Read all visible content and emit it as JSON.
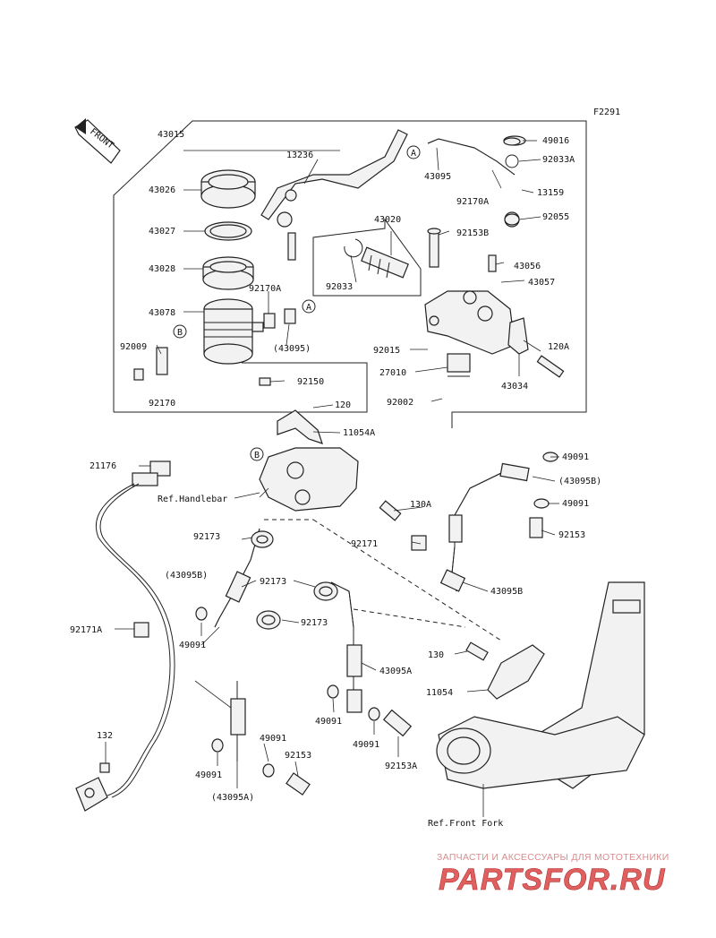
{
  "diagram": {
    "code": "F2291",
    "front_label": "FRONT",
    "refs": {
      "handlebar": "Ref.Handlebar",
      "front_fork": "Ref.Front Fork"
    },
    "callouts": {
      "a": "A",
      "b": "B"
    },
    "parts": [
      {
        "id": "43015",
        "label": "43015"
      },
      {
        "id": "13236",
        "label": "13236"
      },
      {
        "id": "43026",
        "label": "43026"
      },
      {
        "id": "43027",
        "label": "43027"
      },
      {
        "id": "43028",
        "label": "43028"
      },
      {
        "id": "43078",
        "label": "43078"
      },
      {
        "id": "92009",
        "label": "92009"
      },
      {
        "id": "92170",
        "label": "92170"
      },
      {
        "id": "92170A_left",
        "label": "92170A"
      },
      {
        "id": "43095_paren",
        "label": "(43095)"
      },
      {
        "id": "92033",
        "label": "92033"
      },
      {
        "id": "43020",
        "label": "43020"
      },
      {
        "id": "92153B",
        "label": "92153B"
      },
      {
        "id": "92150",
        "label": "92150"
      },
      {
        "id": "92015",
        "label": "92015"
      },
      {
        "id": "27010",
        "label": "27010"
      },
      {
        "id": "92002",
        "label": "92002"
      },
      {
        "id": "43034",
        "label": "43034"
      },
      {
        "id": "120A",
        "label": "120A"
      },
      {
        "id": "43056",
        "label": "43056"
      },
      {
        "id": "43057",
        "label": "43057"
      },
      {
        "id": "49016",
        "label": "49016"
      },
      {
        "id": "92033A",
        "label": "92033A"
      },
      {
        "id": "43095",
        "label": "43095"
      },
      {
        "id": "92170A_right",
        "label": "92170A"
      },
      {
        "id": "13159",
        "label": "13159"
      },
      {
        "id": "92055",
        "label": "92055"
      },
      {
        "id": "120",
        "label": "120"
      },
      {
        "id": "11054A",
        "label": "11054A"
      },
      {
        "id": "21176",
        "label": "21176"
      },
      {
        "id": "49091_a",
        "label": "49091"
      },
      {
        "id": "43095B_paren",
        "label": "(43095B)"
      },
      {
        "id": "49091_b",
        "label": "49091"
      },
      {
        "id": "92153",
        "label": "92153"
      },
      {
        "id": "130A",
        "label": "130A"
      },
      {
        "id": "92171",
        "label": "92171"
      },
      {
        "id": "43095B",
        "label": "43095B"
      },
      {
        "id": "92173_a",
        "label": "92173"
      },
      {
        "id": "43095B_paren2",
        "label": "(43095B)"
      },
      {
        "id": "92173_b",
        "label": "92173"
      },
      {
        "id": "92173_c",
        "label": "92173"
      },
      {
        "id": "92171A",
        "label": "92171A"
      },
      {
        "id": "49091_c",
        "label": "49091"
      },
      {
        "id": "43095A",
        "label": "43095A"
      },
      {
        "id": "130",
        "label": "130"
      },
      {
        "id": "11054",
        "label": "11054"
      },
      {
        "id": "49091_d",
        "label": "49091"
      },
      {
        "id": "49091_e",
        "label": "49091"
      },
      {
        "id": "132",
        "label": "132"
      },
      {
        "id": "49091_f",
        "label": "49091"
      },
      {
        "id": "49091_g",
        "label": "49091"
      },
      {
        "id": "92153_b",
        "label": "92153"
      },
      {
        "id": "92153A",
        "label": "92153A"
      },
      {
        "id": "43095A_paren",
        "label": "(43095A)"
      }
    ]
  },
  "watermark": {
    "tagline": "ЗАПЧАСТИ И АКСЕССУАРЫ ДЛЯ МОТОТЕХНИКИ",
    "brand": "PARTSFOR.RU",
    "color": "#e06060"
  }
}
